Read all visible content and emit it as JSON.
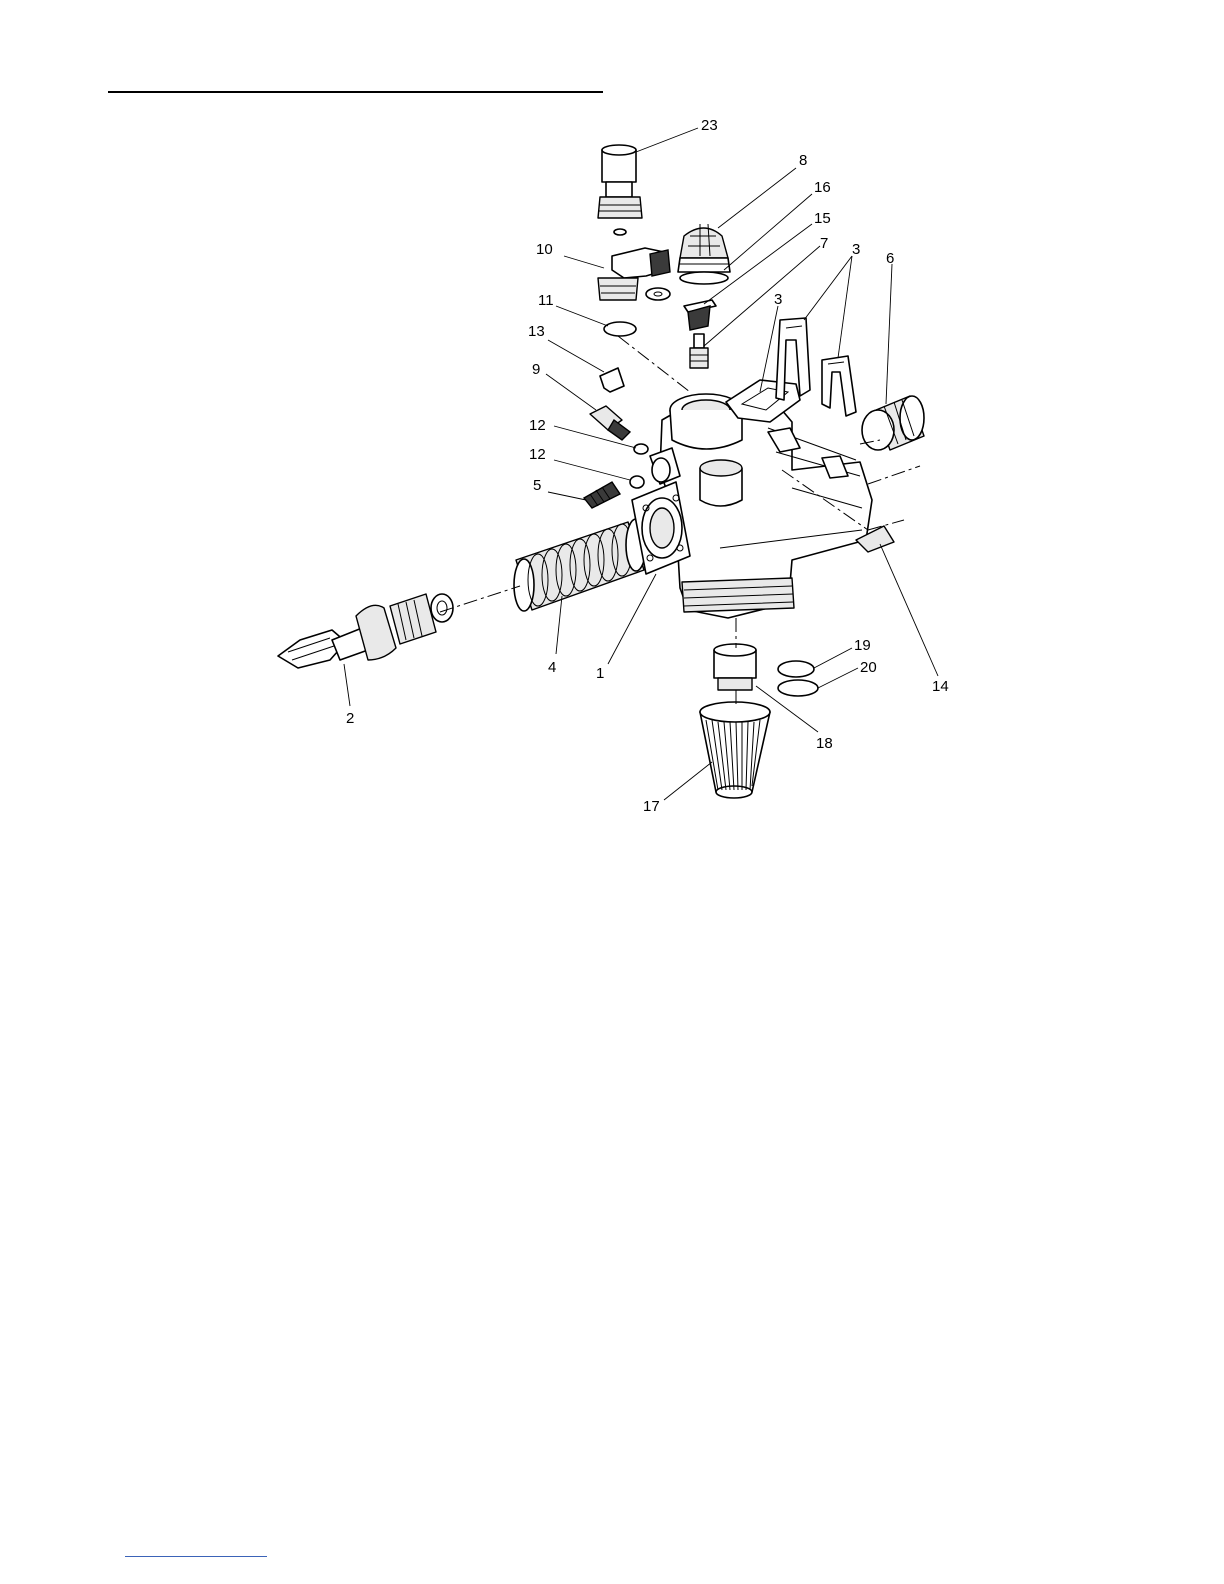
{
  "diagram": {
    "callouts": [
      {
        "id": "23",
        "text": "23"
      },
      {
        "id": "8",
        "text": "8"
      },
      {
        "id": "16",
        "text": "16"
      },
      {
        "id": "15",
        "text": "15"
      },
      {
        "id": "7",
        "text": "7"
      },
      {
        "id": "3a",
        "text": "3"
      },
      {
        "id": "6",
        "text": "6"
      },
      {
        "id": "10",
        "text": "10"
      },
      {
        "id": "11",
        "text": "11"
      },
      {
        "id": "3b",
        "text": "3"
      },
      {
        "id": "13",
        "text": "13"
      },
      {
        "id": "9",
        "text": "9"
      },
      {
        "id": "12a",
        "text": "12"
      },
      {
        "id": "12b",
        "text": "12"
      },
      {
        "id": "5",
        "text": "5"
      },
      {
        "id": "4",
        "text": "4"
      },
      {
        "id": "1",
        "text": "1"
      },
      {
        "id": "2",
        "text": "2"
      },
      {
        "id": "19",
        "text": "19"
      },
      {
        "id": "20",
        "text": "20"
      },
      {
        "id": "14",
        "text": "14"
      },
      {
        "id": "18",
        "text": "18"
      },
      {
        "id": "17",
        "text": "17"
      }
    ]
  }
}
